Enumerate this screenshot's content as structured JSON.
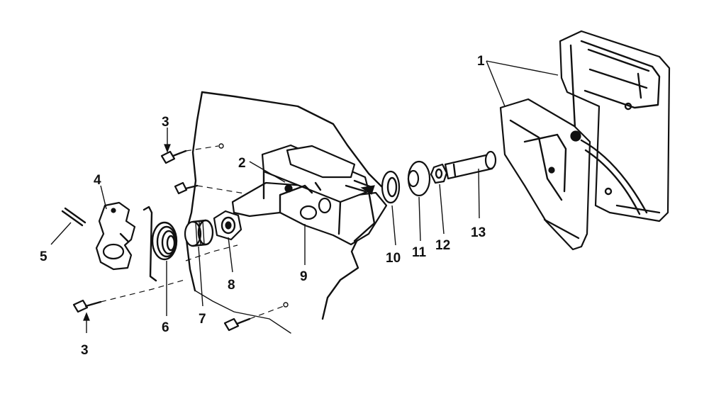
{
  "callouts": [
    {
      "id": "c1",
      "text": "1"
    },
    {
      "id": "c2",
      "text": "2"
    },
    {
      "id": "c3a",
      "text": "3"
    },
    {
      "id": "c3b",
      "text": "3"
    },
    {
      "id": "c4",
      "text": "4"
    },
    {
      "id": "c5",
      "text": "5"
    },
    {
      "id": "c6",
      "text": "6"
    },
    {
      "id": "c7",
      "text": "7"
    },
    {
      "id": "c8",
      "text": "8"
    },
    {
      "id": "c9",
      "text": "9"
    },
    {
      "id": "c10",
      "text": "10"
    },
    {
      "id": "c11",
      "text": "11"
    },
    {
      "id": "c12",
      "text": "12"
    },
    {
      "id": "c13",
      "text": "13"
    }
  ]
}
